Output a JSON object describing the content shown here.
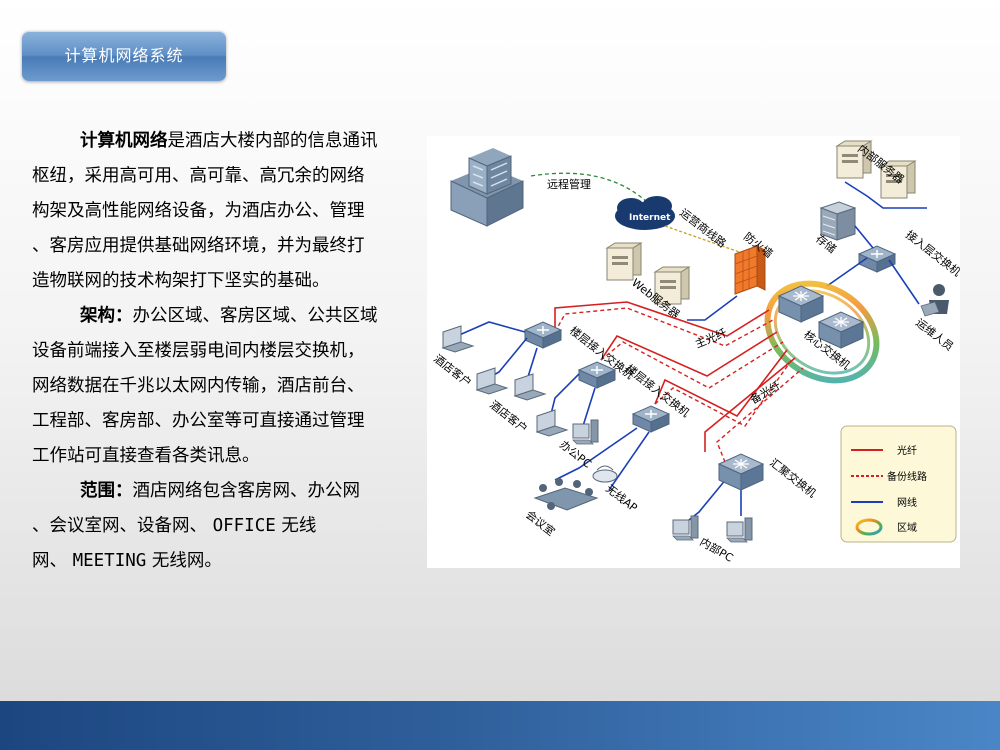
{
  "slide": {
    "title": "计算机网络系统"
  },
  "body": {
    "p1_bold": "计算机网络",
    "p1_line1": "是酒店大楼内部的信息通讯",
    "p1_line2": "枢纽，采用高可用、高可靠、高冗余的网络",
    "p1_line3": "构架及高性能网络设备，为酒店办公、管理",
    "p1_line4": "、客房应用提供基础网络环境，并为最终打",
    "p1_line5": "造物联网的技术构架打下坚实的基础。",
    "p2_bold": "架构：",
    "p2_line1": "办公区域、客房区域、公共区域",
    "p2_line2": "设备前端接入至楼层弱电间内楼层交换机，",
    "p2_line3": "网络数据在千兆以太网内传输，酒店前台、",
    "p2_line4": "工程部、客房部、办公室等可直接通过管理",
    "p2_line5": "工作站可直接查看各类讯息。",
    "p3_bold": "范围：",
    "p3_line1": "酒店网络包含客房网、办公网",
    "p3_line2a": "、会议室网、设备网、",
    "p3_line2b": "OFFICE",
    "p3_line2c": "无线",
    "p3_line3a": "网、",
    "p3_line3b": "MEETING",
    "p3_line3c": "无线网。"
  },
  "diagram": {
    "remote_mgmt": "远程管理",
    "internet": "Internet",
    "isp_line": "运营商线路",
    "firewall": "防火墙",
    "web_server": "Web服务器",
    "internal_server": "内部服务器",
    "storage": "存储",
    "access_switch": "接入层交换机",
    "ops_staff": "运维人员",
    "core_switch": "核心交换机",
    "floor_switch_1": "楼层接入交换机",
    "floor_switch_2": "楼层接入交换机",
    "main_fiber": "主光纤",
    "backup_fiber": "备光纤",
    "hotel_guest_1": "酒店客户",
    "hotel_guest_2": "酒店客户",
    "office_pc": "办公PC",
    "wireless_ap": "无线AP",
    "meeting_room": "会议室",
    "aggregation_switch": "汇聚交换机",
    "internal_pc": "内部PC",
    "legend": {
      "fiber": "光纤",
      "backup": "备份线路",
      "network": "网线",
      "zone": "区域"
    },
    "colors": {
      "fiber": "#d62020",
      "network": "#1a3fb8",
      "firewall": "#f07a2a"
    }
  }
}
